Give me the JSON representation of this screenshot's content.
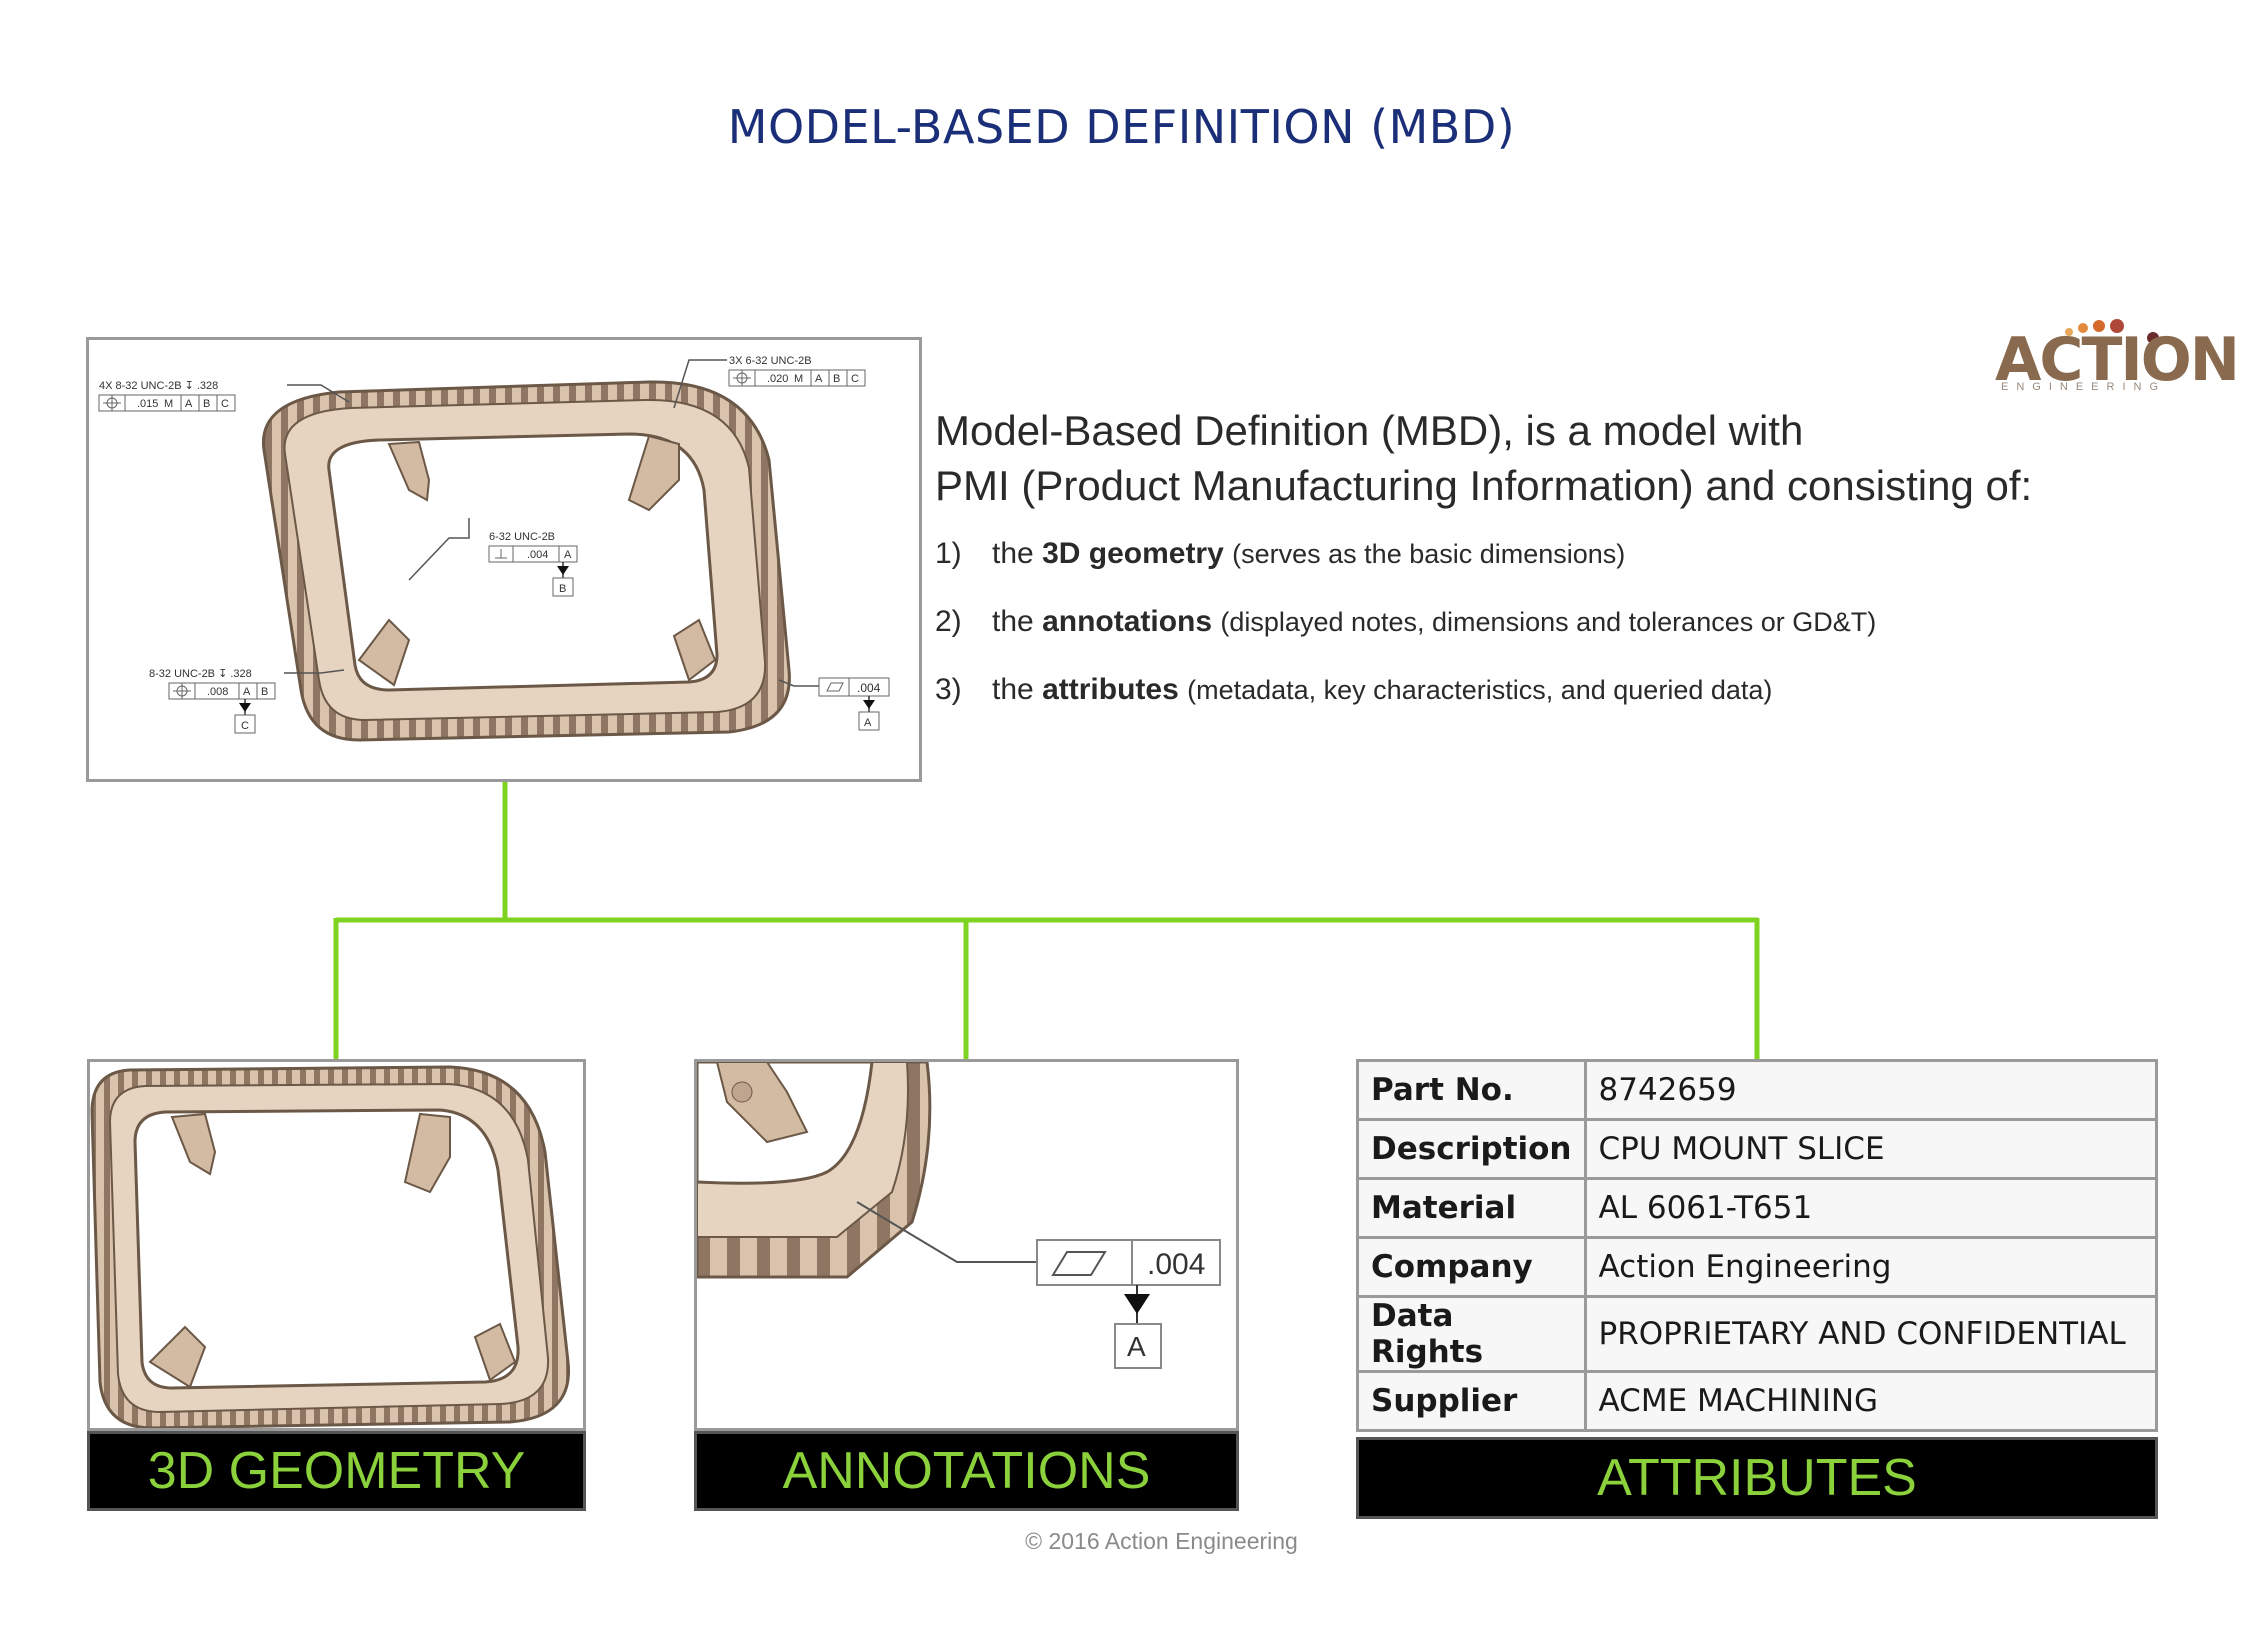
{
  "title": "MODEL-BASED DEFINITION (MBD)",
  "logo": {
    "word": "ACTION",
    "sub": "ENGINEERING",
    "dot_colors": [
      "#e8a75a",
      "#e38a3c",
      "#d36a2c",
      "#b0483a",
      "#6a2c2a"
    ]
  },
  "definition": {
    "line1": "Model-Based Definition (MBD), is a model with",
    "line2": "PMI (Product Manufacturing Information) and consisting of:",
    "items": [
      {
        "num": "1)",
        "lead": "the",
        "bold": "3D geometry",
        "rest": "(serves as the basic dimensions)"
      },
      {
        "num": "2)",
        "lead": "the",
        "bold": "annotations",
        "rest": "(displayed notes, dimensions and tolerances or GD&T)"
      },
      {
        "num": "3)",
        "lead": "the",
        "bold": "attributes",
        "rest": "(metadata, key characteristics, and queried data)"
      }
    ]
  },
  "model_callouts": {
    "c1": {
      "note": "4X 8-32 UNC-2B ↧ .328",
      "tol": ".015",
      "mod": "M",
      "refs": [
        "A",
        "B",
        "C"
      ]
    },
    "c2": {
      "note": "3X 6-32 UNC-2B",
      "tol": ".020",
      "mod": "M",
      "refs": [
        "A",
        "B",
        "C"
      ]
    },
    "c3": {
      "note": "6-32 UNC-2B",
      "tol": ".004",
      "refs": [
        "A"
      ],
      "datum": "B"
    },
    "c4": {
      "note": "8-32 UNC-2B ↧ .328",
      "tol": ".008",
      "refs": [
        "A",
        "B"
      ],
      "datum": "C"
    },
    "c5": {
      "tol": ".004",
      "datum": "A"
    }
  },
  "zoom_callout": {
    "tol": ".004",
    "datum": "A"
  },
  "captions": {
    "geometry": "3D GEOMETRY",
    "annotations": "ANNOTATIONS",
    "attributes": "ATTRIBUTES"
  },
  "attributes_table": [
    {
      "key": "Part No.",
      "value": "8742659"
    },
    {
      "key": "Description",
      "value": "CPU MOUNT SLICE"
    },
    {
      "key": "Material",
      "value": "AL 6061-T651"
    },
    {
      "key": "Company",
      "value": "Action Engineering"
    },
    {
      "key": "Data Rights",
      "value": "PROPRIETARY AND CONFIDENTIAL"
    },
    {
      "key": "Supplier",
      "value": "ACME MACHINING"
    }
  ],
  "copyright": "© 2016 Action Engineering",
  "colors": {
    "title": "#1b2f78",
    "connector": "#7ed321",
    "caption_text": "#8bd13b",
    "part_fill": "#d9c3ad",
    "part_edge": "#6b5847"
  }
}
